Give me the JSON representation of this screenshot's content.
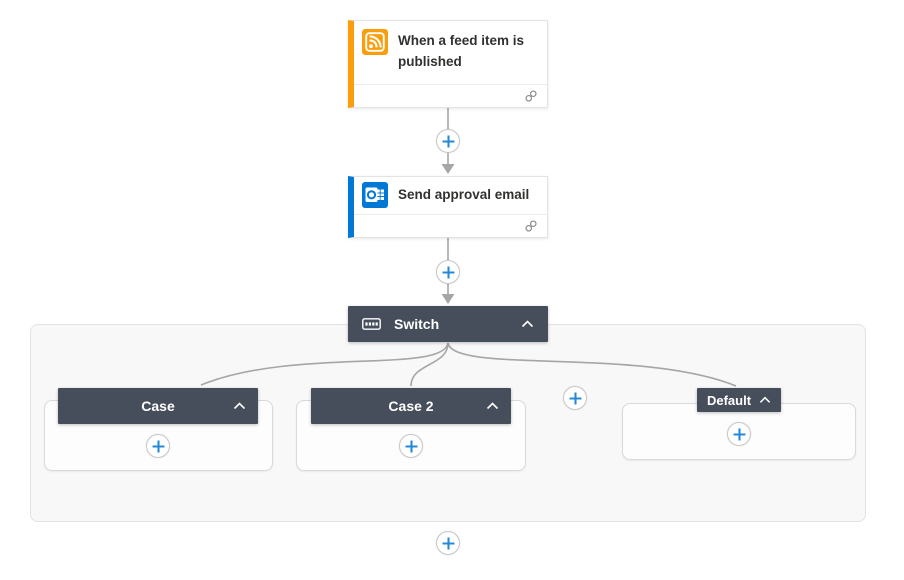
{
  "colors": {
    "trigger_accent": "#FB9E0B",
    "action_accent": "#0078D4",
    "scope_header_bg": "#474E5B",
    "plus_blue": "#2488D8",
    "connector_gray": "#A6A6A6",
    "panel_bg": "#F8F8F8"
  },
  "icons": {
    "trigger": "rss-icon",
    "action": "outlook-icon",
    "scope": "switch-icon",
    "collapse": "chevron-up-icon",
    "connection": "link-icon",
    "add": "plus-icon"
  },
  "trigger_card": {
    "title": "When a feed item is published"
  },
  "action_card": {
    "title": "Send approval email"
  },
  "switch_scope": {
    "label": "Switch"
  },
  "branches": {
    "case1": {
      "label": "Case"
    },
    "case2": {
      "label": "Case 2"
    },
    "default": {
      "label": "Default"
    }
  }
}
